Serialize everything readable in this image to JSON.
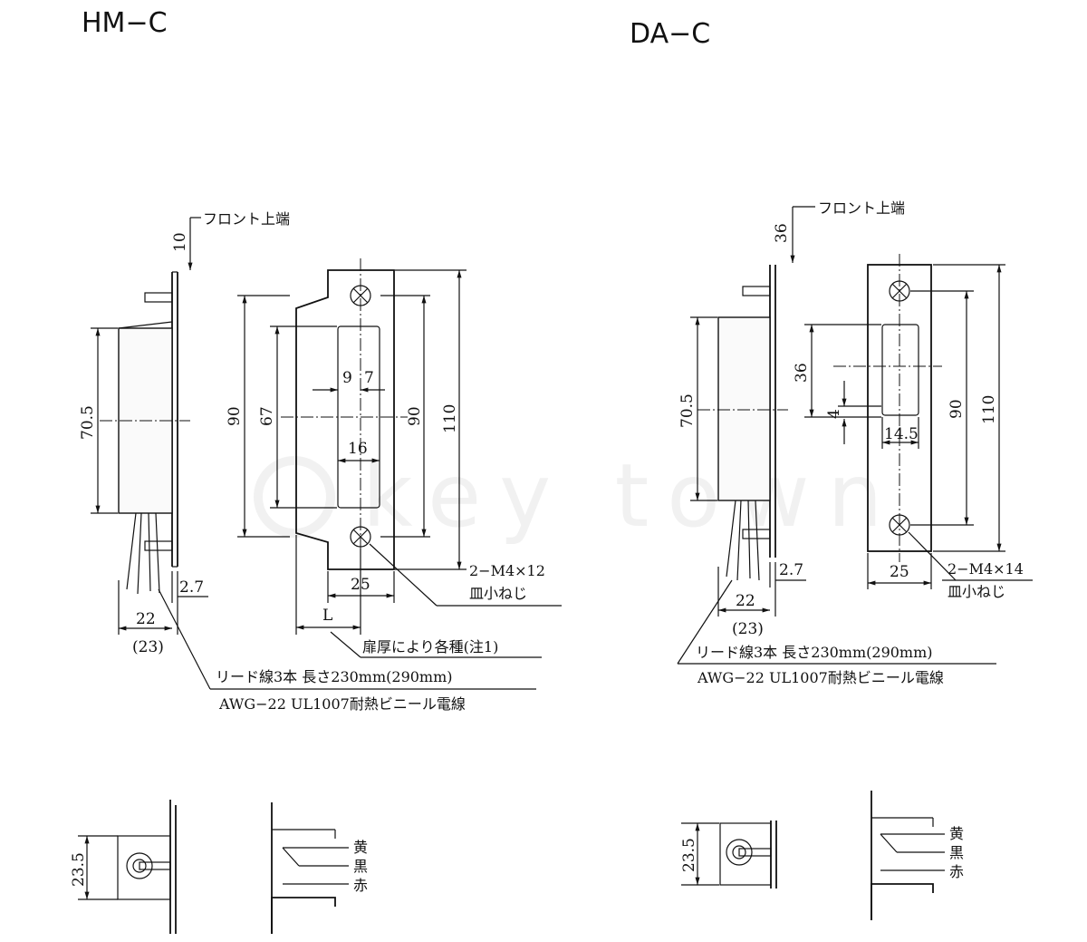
{
  "watermark": "key town",
  "models": {
    "hm": {
      "title": "HM−C",
      "front_top": "フロント上端",
      "dim_10": "10",
      "dim_70_5": "70.5",
      "dim_2_7": "2.7",
      "dim_22": "22",
      "dim_23": "(23)",
      "dim_90_outer": "90",
      "dim_67": "67",
      "dim_9": "9",
      "dim_7": "7",
      "dim_16": "16",
      "dim_90_inner": "90",
      "dim_110": "110",
      "dim_25": "25",
      "dim_L": "L",
      "screw_note_1": "2−M4×12",
      "screw_note_2": "皿小ねじ",
      "door_note": "扉厚により各種(注1)",
      "lead_note": "リード線3本 長さ230mm(290mm)",
      "wire_note": "AWG−22 UL1007耐熱ビニール電線",
      "dim_23_5": "23.5",
      "wire_yellow": "黄",
      "wire_black": "黒",
      "wire_red": "赤"
    },
    "da": {
      "title": "DA−C",
      "front_top": "フロント上端",
      "dim_36_top": "36",
      "dim_70_5": "70.5",
      "dim_2_7": "2.7",
      "dim_22": "22",
      "dim_23": "(23)",
      "dim_36_inner": "36",
      "dim_4": "4",
      "dim_14_5": "14.5",
      "dim_90": "90",
      "dim_110": "110",
      "dim_25": "25",
      "screw_note_1": "2−M4×14",
      "screw_note_2": "皿小ねじ",
      "lead_note": "リード線3本 長さ230mm(290mm)",
      "wire_note": "AWG−22 UL1007耐熱ビニール電線",
      "dim_23_5": "23.5",
      "wire_yellow": "黄",
      "wire_black": "黒",
      "wire_red": "赤"
    }
  }
}
